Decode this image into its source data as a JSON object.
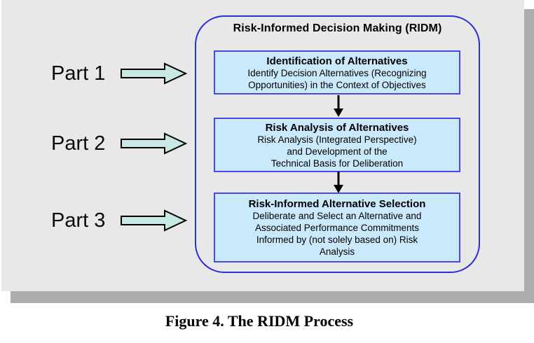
{
  "figure": {
    "container_title": "Risk-Informed Decision Making (RIDM)",
    "parts": [
      {
        "label": "Part 1"
      },
      {
        "label": "Part 2"
      },
      {
        "label": "Part 3"
      }
    ],
    "boxes": [
      {
        "title": "Identification of Alternatives",
        "lines": [
          "Identify Decision Alternatives (Recognizing",
          "Opportunities) in the Context of Objectives"
        ]
      },
      {
        "title": "Risk Analysis of Alternatives",
        "lines": [
          "Risk Analysis (Integrated Perspective)",
          "and Development of the",
          "Technical Basis for Deliberation"
        ]
      },
      {
        "title": "Risk-Informed Alternative Selection",
        "lines": [
          "Deliberate and Select an Alternative and",
          "Associated Performance Commitments",
          "Informed by (not solely based on) Risk",
          "Analysis"
        ]
      }
    ],
    "caption": "Figure 4. The RIDM Process",
    "colors": {
      "panel_bg": "#e8e8e8",
      "panel_shadow": "#acacac",
      "container_border": "#2d2dd8",
      "box_border": "#4848e2",
      "box_fill": "#cbe9fc",
      "part_arrow_fill": "#c8e7e5",
      "connector": "#000000"
    }
  }
}
